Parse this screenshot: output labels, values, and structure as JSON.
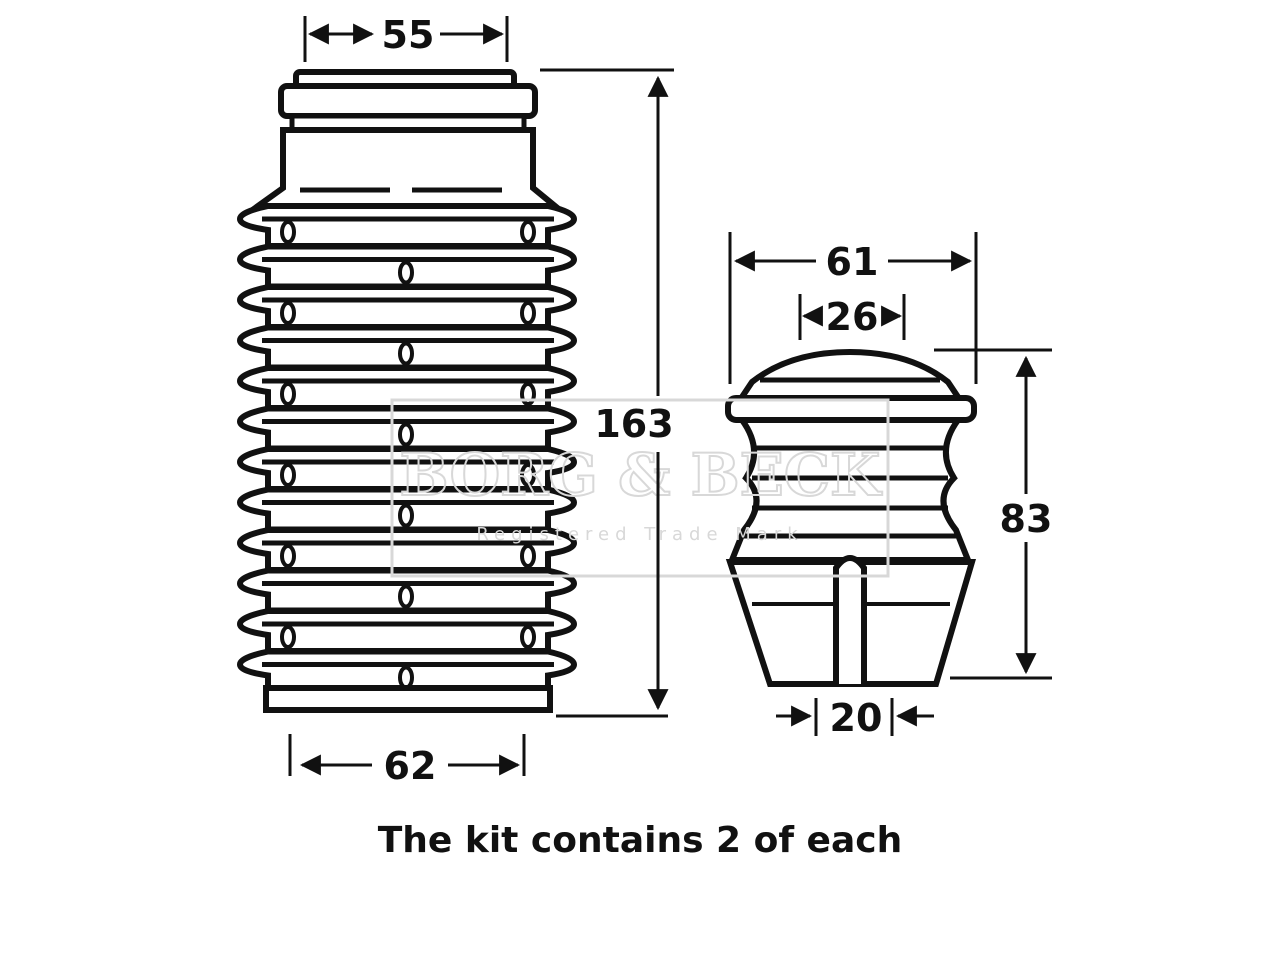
{
  "dimensions": {
    "boot_top_width": "55",
    "boot_bottom_width": "62",
    "boot_height": "163",
    "stop_width": "61",
    "stop_top_width": "26",
    "stop_slot_width": "20",
    "stop_height": "83"
  },
  "watermark": {
    "brand": "BORG & BECK",
    "subtitle": "Registered Trade Mark"
  },
  "caption": "The kit contains 2 of each",
  "colors": {
    "ink": "#111111",
    "watermark": "#d8d8d8",
    "background": "#ffffff"
  }
}
